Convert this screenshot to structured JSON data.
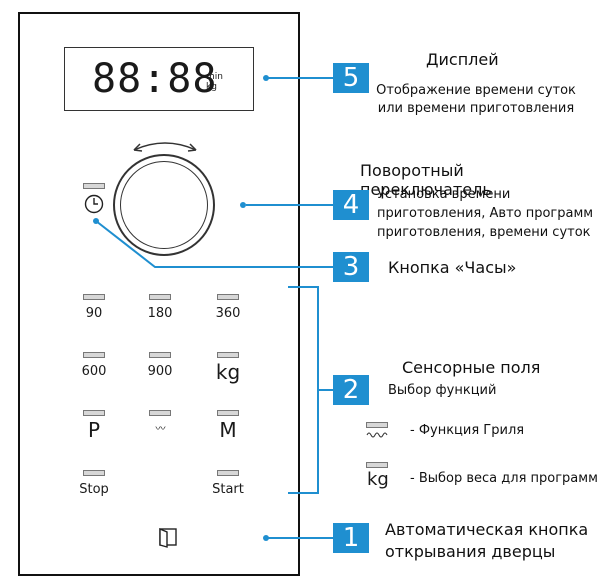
{
  "panel": {
    "display": {
      "digits": "88:88",
      "unit_top": "min",
      "unit_bottom": "kg"
    },
    "keys": [
      {
        "label": "90"
      },
      {
        "label": "180"
      },
      {
        "label": "360"
      },
      {
        "label": "600"
      },
      {
        "label": "900"
      },
      {
        "label": "kg"
      },
      {
        "label": "P"
      },
      {
        "label": "〰"
      },
      {
        "label": "M"
      },
      {
        "label": "Stop"
      },
      {
        "label": "Start"
      }
    ]
  },
  "callouts": {
    "c5": {
      "number": "5",
      "title": "Дисплей",
      "desc_line1": "Отображение времени суток",
      "desc_line2": "или времени приготовления"
    },
    "c4": {
      "number": "4",
      "title": "Поворотный переключатель",
      "desc_line1": "Установка времени",
      "desc_line2": "приготовления, Авто программ",
      "desc_line3": "приготовления, времени суток"
    },
    "c3": {
      "number": "3",
      "title": "Кнопка «Часы»"
    },
    "c2": {
      "number": "2",
      "title": "Сенсорные поля",
      "desc": "Выбор функций",
      "legend_grill_text": "- Функция Гриля",
      "legend_kg_symbol": "kg",
      "legend_kg_text": "- Выбор веса для программ"
    },
    "c1": {
      "number": "1",
      "title_line1": "Автоматическая кнопка",
      "title_line2": "открывания дверцы"
    }
  },
  "colors": {
    "accent": "#1f8fd0",
    "border": "#111111",
    "led": "#d7d7d7"
  },
  "icons": {
    "clock": "clock-icon",
    "door": "door-open-icon",
    "rotate": "rotate-arrows-icon",
    "grill": "grill-icon"
  }
}
